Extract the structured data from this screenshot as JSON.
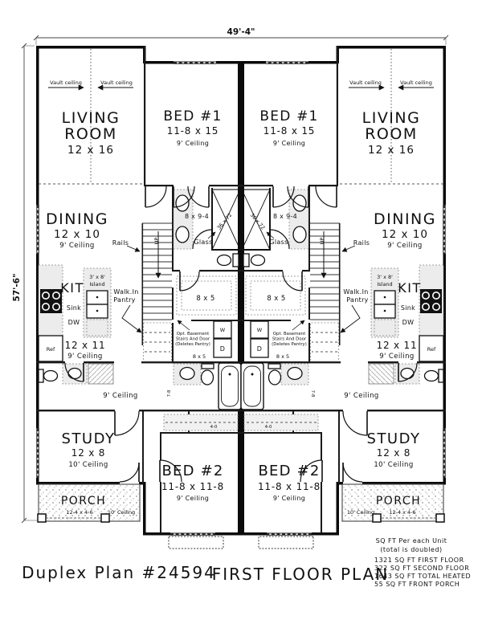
{
  "page": {
    "background": "#ffffff",
    "ink": "#111111"
  },
  "dimensions": {
    "overall_width": "49'-4\"",
    "overall_depth": "57'-6\""
  },
  "rooms": {
    "living": {
      "name1": "LIVING",
      "name2": "ROOM",
      "dim": "12 x 16",
      "vault": "Vault ceiling"
    },
    "bed1": {
      "name": "BED #1",
      "dim": "11-8 x 15",
      "ceiling": "9' Ceiling"
    },
    "dining": {
      "name": "DINING",
      "dim": "12 x 10",
      "ceiling": "9' Ceiling"
    },
    "kitchen": {
      "name": "KIT",
      "dim": "12 x 11",
      "ceiling": "9' Ceiling",
      "island1": "3' x 8'",
      "island2": "Island",
      "sink": "Sink",
      "dw": "DW",
      "ref": "Ref"
    },
    "bath1": {
      "dim": "8 x 9-4",
      "shower": "36 x 72",
      "glass": "Glass"
    },
    "closet1": {
      "dim": "8 x 5"
    },
    "closet2": {
      "dim": "8 x 5"
    },
    "hall": {
      "ceiling": "9' Ceiling"
    },
    "study": {
      "name": "STUDY",
      "dim": "12 x 8",
      "ceiling": "10' Ceiling"
    },
    "bed2": {
      "name": "BED #2",
      "dim": "11-8 x 11-8",
      "ceiling": "9' Ceiling"
    },
    "porch": {
      "name": "PORCH",
      "dim": "12-4 x 4-6",
      "ceiling": "10' Ceiling"
    }
  },
  "annotations": {
    "rails": "Rails",
    "up": "UP",
    "pantry1": "Walk.In",
    "pantry2": "Pantry",
    "opt1": "Opt. Basement",
    "opt2": "Stairs And Door",
    "opt3": "(Deletes Pantry)",
    "washer": "W",
    "dryer": "D",
    "dim_7_8": "7-8",
    "dim_4_0": "4-0"
  },
  "title_block": {
    "plan_name": "Duplex Plan #24594",
    "plan_title": "FIRST FLOOR PLAN",
    "sqft_note": {
      "header1": "SQ FT Per each Unit",
      "header2": "(total is doubled)",
      "lines": [
        "1321 SQ FT FIRST FLOOR",
        "322 SQ FT SECOND FLOOR",
        "1643 SQ FT TOTAL HEATED",
        "55 SQ FT FRONT PORCH"
      ]
    }
  }
}
